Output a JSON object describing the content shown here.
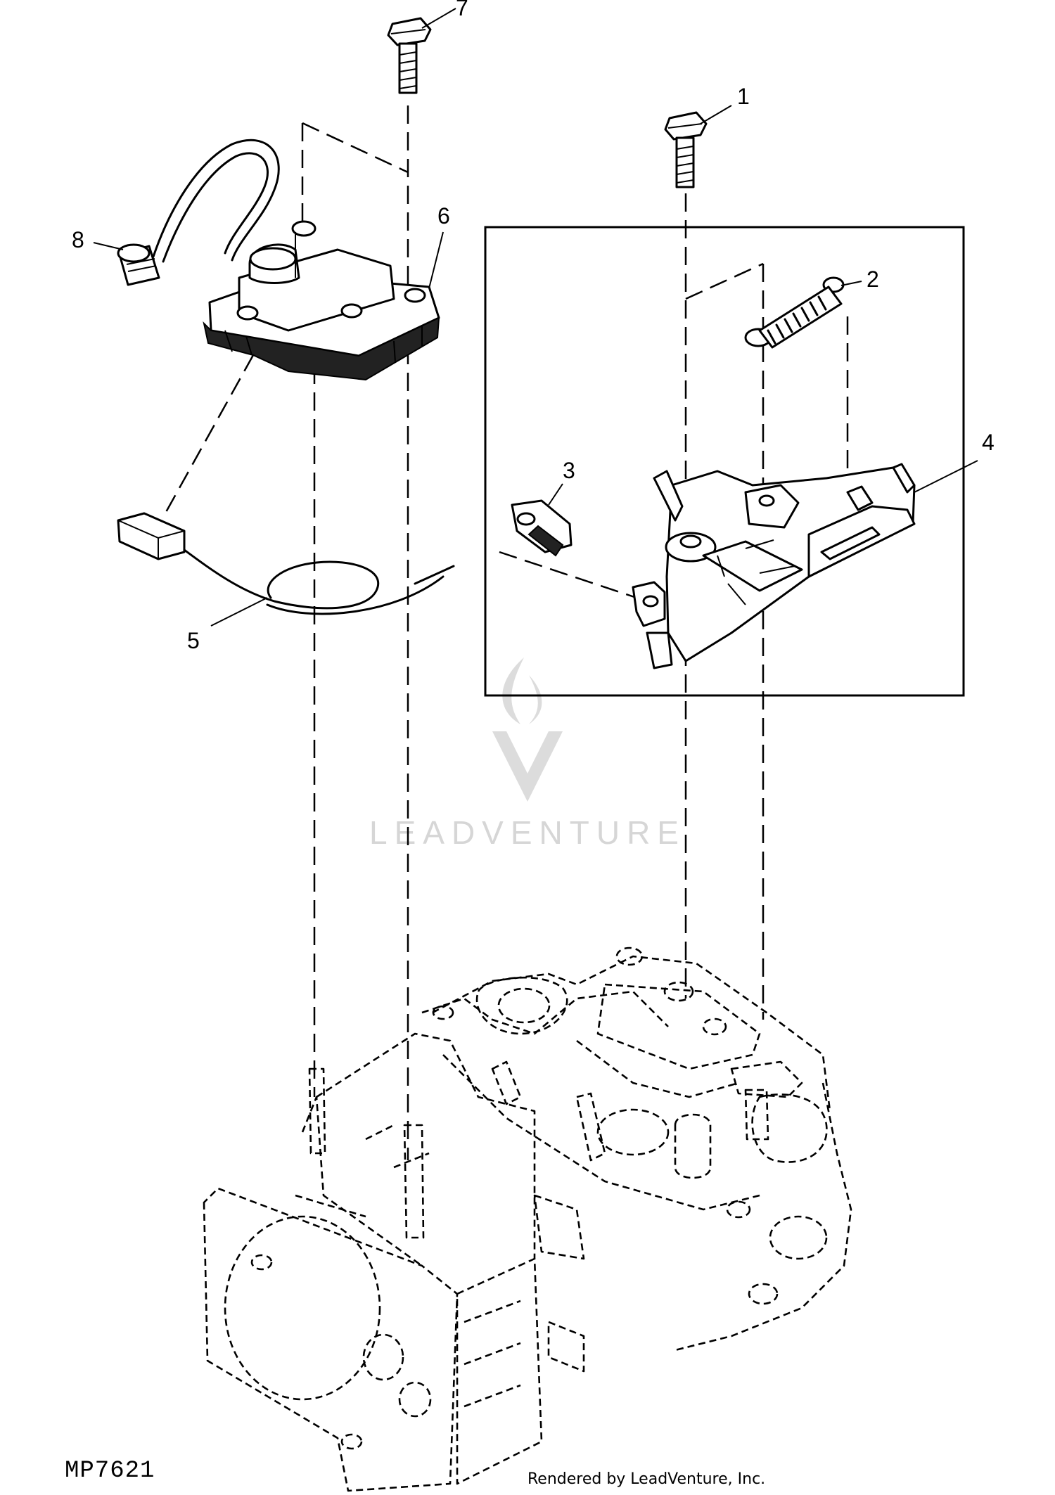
{
  "diagram": {
    "figure_code": "MP7621",
    "credit": "Rendered by LeadVenture, Inc.",
    "watermark_text": "LEADVENTURE",
    "callouts": [
      "1",
      "2",
      "3",
      "4",
      "5",
      "6",
      "7",
      "8"
    ]
  },
  "colors": {
    "ink": "#000000",
    "paper": "#ffffff",
    "watermark": "#d6d6d6"
  },
  "icons": {
    "watermark_logo": "leadventure-flame-v-logo"
  }
}
